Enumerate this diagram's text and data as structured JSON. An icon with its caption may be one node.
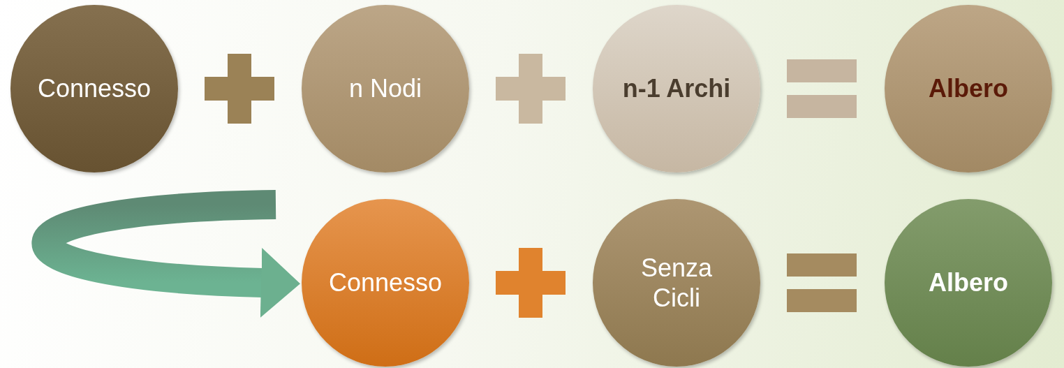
{
  "diagram": {
    "nodes": [
      {
        "text": [
          "Connesso"
        ]
      },
      {
        "text": [
          "n Nodi"
        ]
      },
      {
        "text": [
          "n-1 Archi"
        ]
      },
      {
        "text": [
          "Albero"
        ]
      },
      {
        "text": [
          "Connesso"
        ]
      },
      {
        "text": [
          "Senza Cicli"
        ]
      },
      {
        "text": [
          "Albero"
        ]
      }
    ],
    "edges": [
      {
        "from": null,
        "to": 4,
        "arrow": "to"
      }
    ]
  }
}
